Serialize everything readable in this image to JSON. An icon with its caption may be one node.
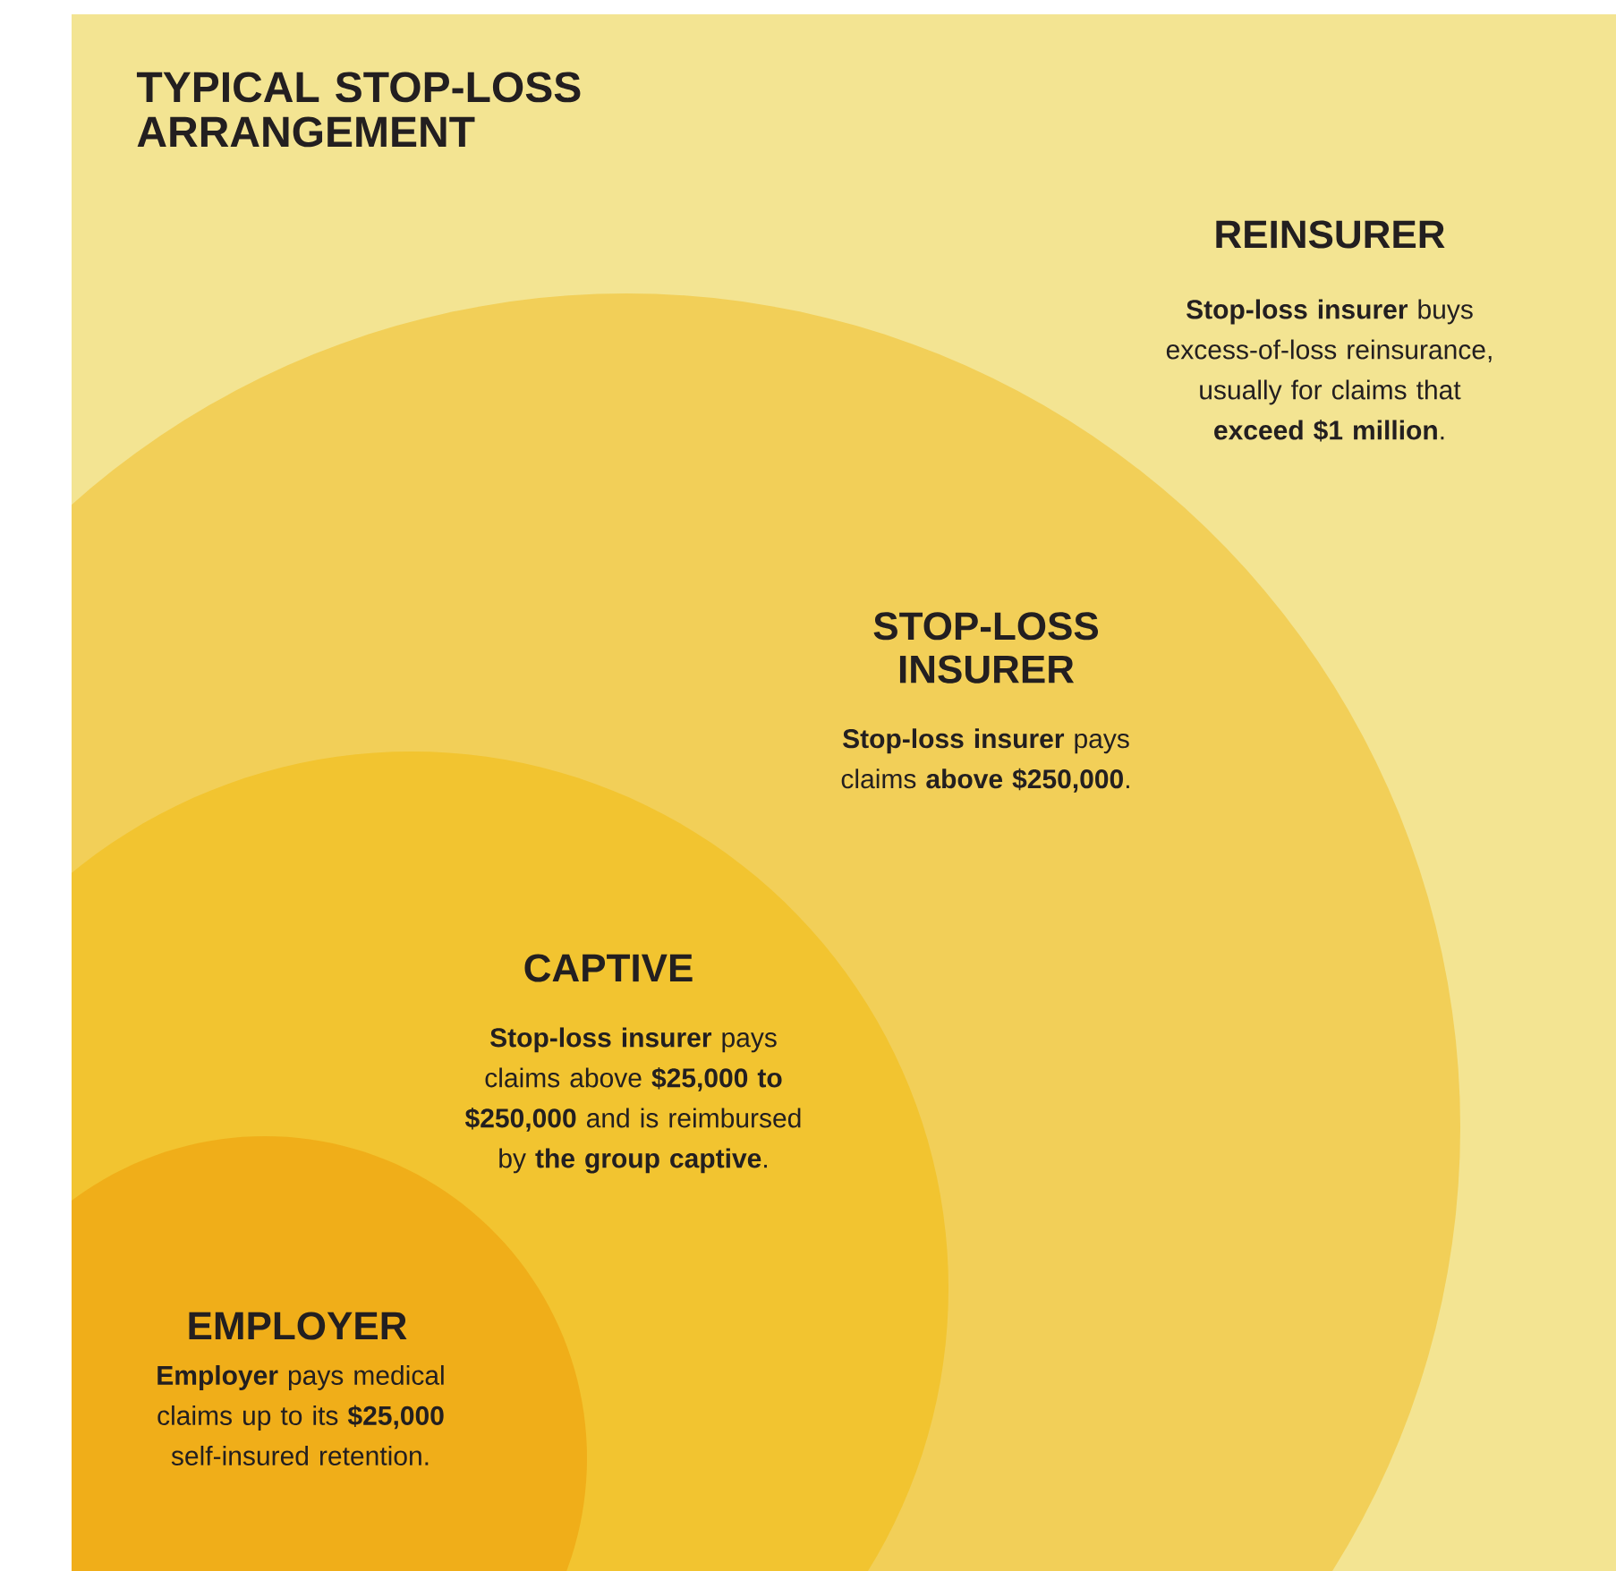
{
  "diagram": {
    "title": "TYPICAL STOP-LOSS ARRANGEMENT",
    "nodes": [
      {
        "text": [
          "REINSURER",
          "**Stop-loss insurer** buys excess-of-loss reinsurance, usually for claims that **exceed $1 million**."
        ]
      },
      {
        "text": [
          "STOP-LOSS INSURER",
          "**Stop-loss insurer** pays claims **above $250,000**."
        ],
        "in": 0
      },
      {
        "text": [
          "CAPTIVE",
          "**Stop-loss insurer** pays claims above **$25,000 to $250,000** and is reimbursed by **the group captive**."
        ],
        "in": 1
      },
      {
        "text": [
          "EMPLOYER",
          "**Employer** pays medical claims up to its **$25,000** self-insured retention."
        ],
        "in": 2
      }
    ]
  }
}
